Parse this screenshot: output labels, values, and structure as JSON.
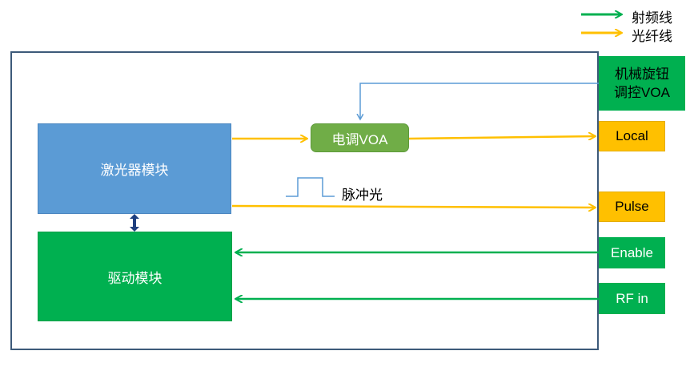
{
  "legend": {
    "items": [
      {
        "label": "射频线",
        "color": "#00b050"
      },
      {
        "label": "光纤线",
        "color": "#ffc000"
      }
    ]
  },
  "blocks": {
    "laser_module": "激光器模块",
    "driver_module": "驱动模块",
    "voa": "电调VOA",
    "knob_line1": "机械旋钮",
    "knob_line2": "调控VOA"
  },
  "ports": {
    "local": "Local",
    "pulse": "Pulse",
    "enable": "Enable",
    "rf_in": "RF in"
  },
  "annotations": {
    "pulse_light": "脉冲光"
  },
  "colors": {
    "rf_line": "#00b050",
    "fiber_line": "#ffc000",
    "control_line": "#5b9bd5",
    "bidir_arrow": "#1f3f7f"
  }
}
